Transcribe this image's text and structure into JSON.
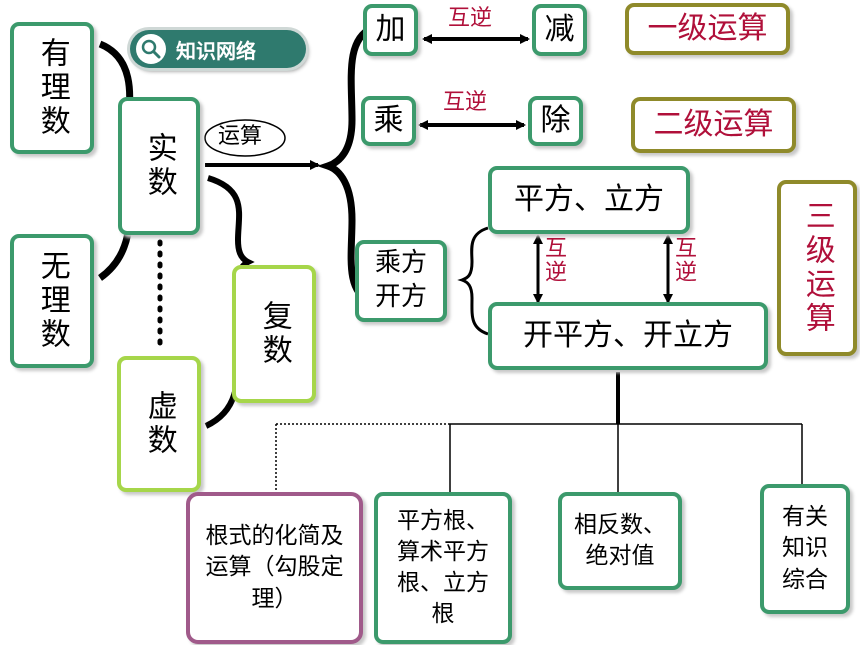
{
  "nodes": {
    "rational": "有理数",
    "irrational": "无理数",
    "real": "实数",
    "imaginary": "虚数",
    "complex": "复数",
    "add": "加",
    "subtract": "减",
    "multiply": "乘",
    "divide": "除",
    "power_root": "乘方开方",
    "square_cube": "平方、立方",
    "sqrt_cbrt": "开平方、开立方",
    "radical": "根式的化简及运算（勾股定理）",
    "roots": "平方根、算术平方根、立方根",
    "opposite_abs": "相反数、绝对值",
    "related": "有关知识综合"
  },
  "labels": {
    "operation": "运算",
    "inverse_1": "互逆",
    "inverse_2": "互逆",
    "inverse_3": "互逆",
    "inverse_4": "互逆"
  },
  "levels": {
    "level1": "一级运算",
    "level2": "二级运算",
    "level3": "三级运算"
  },
  "badge": {
    "text": "知识网络",
    "icon": "magnifier-icon"
  },
  "colors": {
    "green": "#3c9a6c",
    "light_green": "#a6d64a",
    "olive": "#8f8a2a",
    "pink": "#a05a8a",
    "red_text": "#b0103a",
    "badge": "#2f7a6e"
  }
}
